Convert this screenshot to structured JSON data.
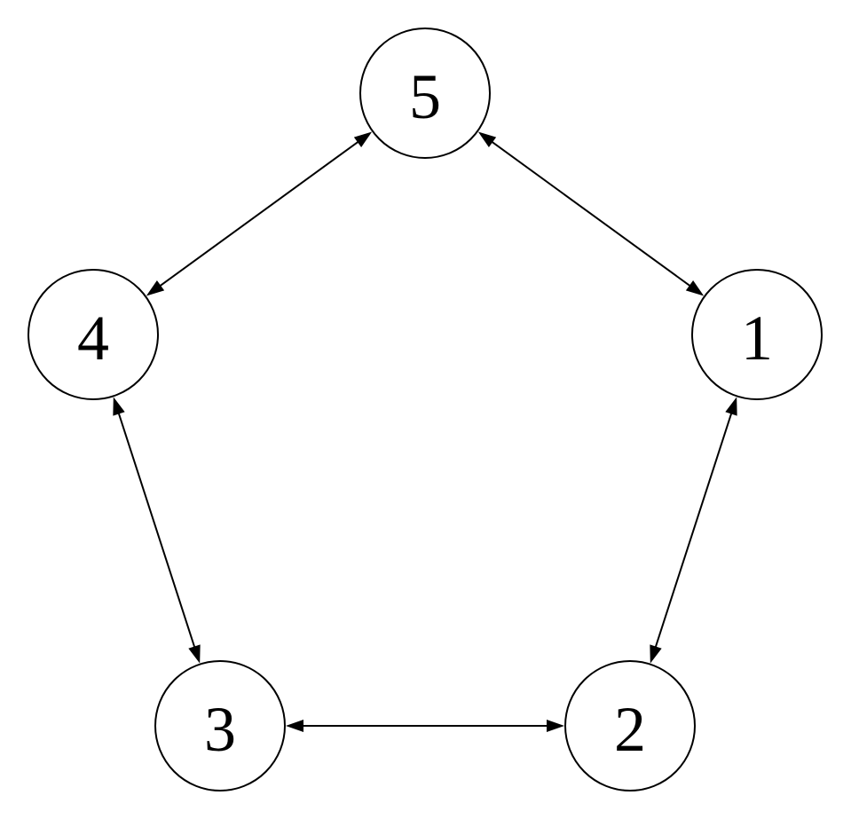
{
  "nodes": [
    {
      "id": "1",
      "label": "1"
    },
    {
      "id": "2",
      "label": "2"
    },
    {
      "id": "3",
      "label": "3"
    },
    {
      "id": "4",
      "label": "4"
    },
    {
      "id": "5",
      "label": "5"
    }
  ],
  "edges": [
    {
      "from": "5",
      "to": "1",
      "direction": "both"
    },
    {
      "from": "1",
      "to": "2",
      "direction": "both"
    },
    {
      "from": "2",
      "to": "3",
      "direction": "both"
    },
    {
      "from": "3",
      "to": "4",
      "direction": "both"
    },
    {
      "from": "4",
      "to": "5",
      "direction": "both"
    }
  ]
}
